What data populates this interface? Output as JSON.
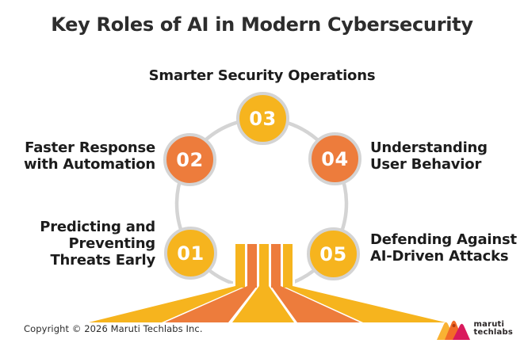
{
  "title": "Key Roles of AI in Modern Cybersecurity",
  "colors": {
    "yellow": "#F6B41E",
    "orange": "#ED7C3C",
    "ring-gray": "#D4D4D4",
    "title-text": "#2D2D2D",
    "label-text": "#1C1C1C",
    "logo-yellow": "#F9B233",
    "logo-orange": "#F26B28",
    "logo-magenta": "#D91A5D"
  },
  "nodes": [
    {
      "number": "01",
      "lines": [
        "Predicting and",
        "Preventing",
        "Threats Early"
      ]
    },
    {
      "number": "02",
      "lines": [
        "Faster Response",
        "with Automation"
      ]
    },
    {
      "number": "03",
      "lines": [
        "Smarter Security Operations"
      ]
    },
    {
      "number": "04",
      "lines": [
        "Understanding",
        "User Behavior"
      ]
    },
    {
      "number": "05",
      "lines": [
        "Defending Against",
        "AI-Driven Attacks"
      ]
    }
  ],
  "footer": {
    "copyright": "Copyright © 2026 Maruti Techlabs Inc.",
    "logo_line1": "maruti",
    "logo_line2": "techlabs"
  }
}
